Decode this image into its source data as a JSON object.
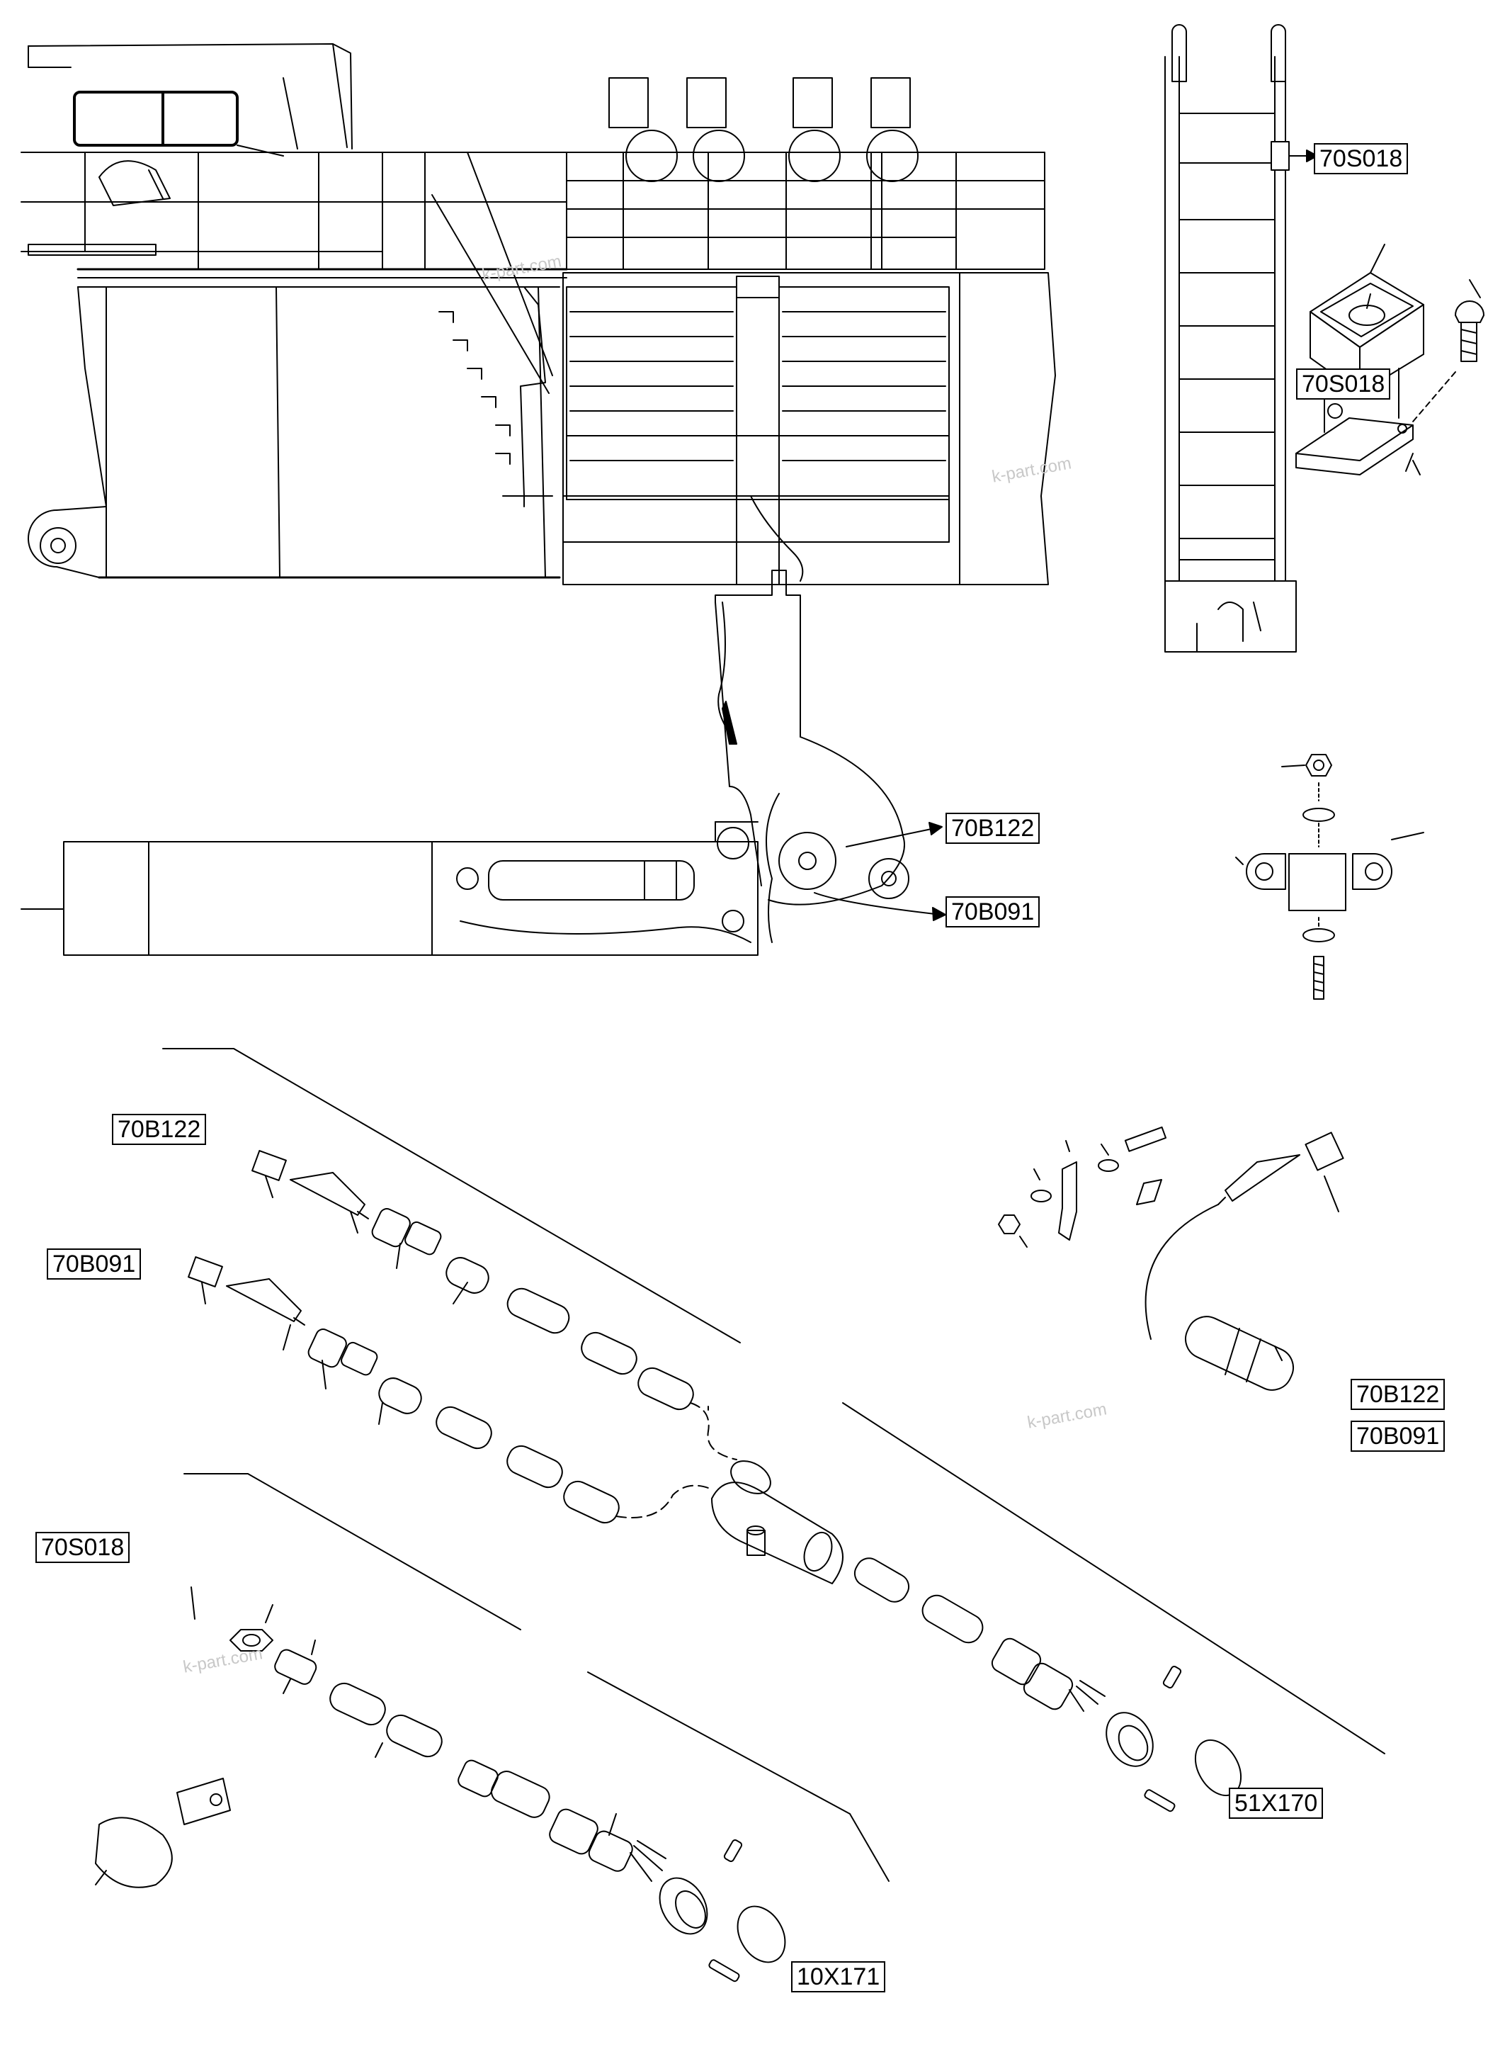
{
  "labels": {
    "ladder_switch": "70S018",
    "switch_box": "70S018",
    "sensor_top": "70B122",
    "sensor_bottom": "70B091",
    "harness_b122": "70B122",
    "harness_b091": "70B091",
    "sensor_part_b122": "70B122",
    "sensor_part_b091": "70B091",
    "harness_s018": "70S018",
    "connector_51x170": "51X170",
    "connector_10x171": "10X171"
  },
  "watermarks": [
    "k-part.com",
    "k-part.com",
    "k-part.com",
    "k-part.com"
  ],
  "colors": {
    "line": "#000000",
    "background": "#ffffff",
    "watermark": "#c8c8c8"
  }
}
